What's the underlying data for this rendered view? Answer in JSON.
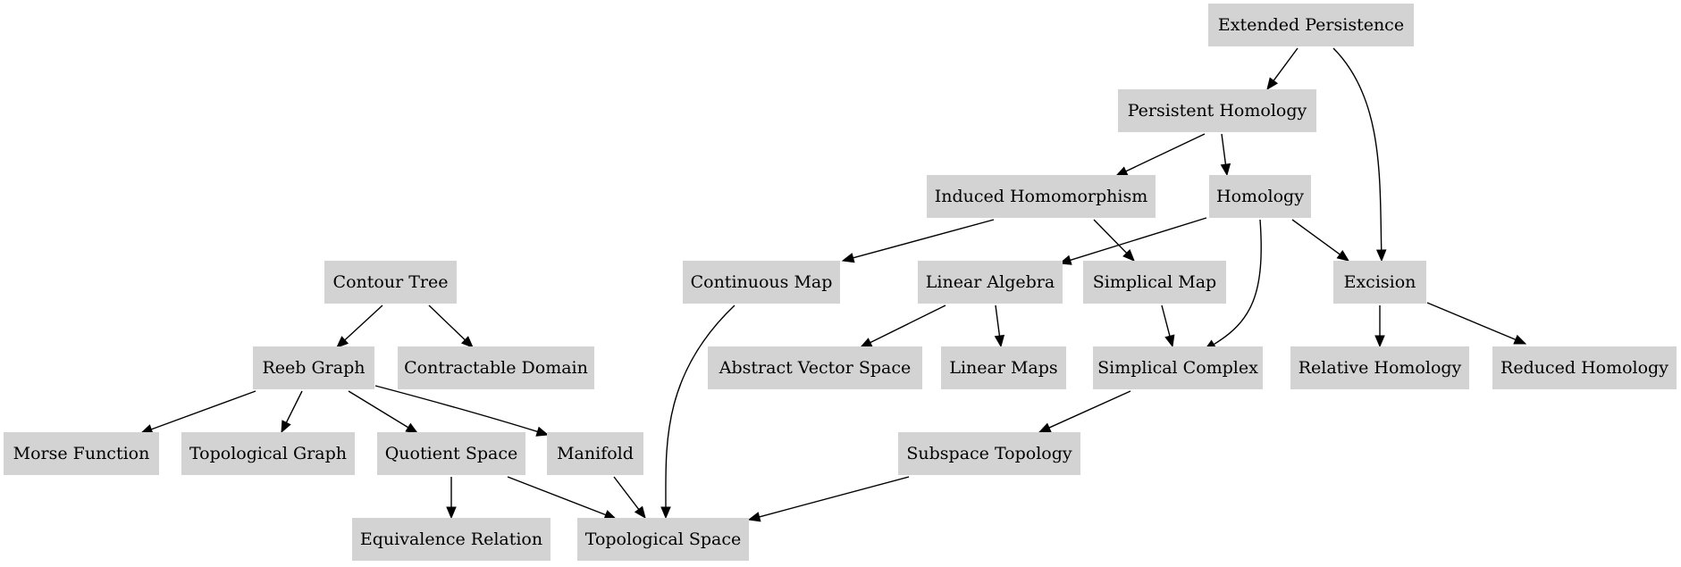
{
  "nodes": [
    {
      "id": "extended_persistence",
      "label": "Extended Persistence"
    },
    {
      "id": "persistent_homology",
      "label": "Persistent Homology"
    },
    {
      "id": "induced_homomorphism",
      "label": "Induced Homomorphism"
    },
    {
      "id": "homology",
      "label": "Homology"
    },
    {
      "id": "contour_tree",
      "label": "Contour Tree"
    },
    {
      "id": "continuous_map",
      "label": "Continuous Map"
    },
    {
      "id": "linear_algebra",
      "label": "Linear Algebra"
    },
    {
      "id": "simplical_map",
      "label": "Simplical Map"
    },
    {
      "id": "excision",
      "label": "Excision"
    },
    {
      "id": "reeb_graph",
      "label": "Reeb Graph"
    },
    {
      "id": "contractable_domain",
      "label": "Contractable Domain"
    },
    {
      "id": "abstract_vector_space",
      "label": "Abstract Vector Space"
    },
    {
      "id": "linear_maps",
      "label": "Linear Maps"
    },
    {
      "id": "simplical_complex",
      "label": "Simplical Complex"
    },
    {
      "id": "relative_homology",
      "label": "Relative Homology"
    },
    {
      "id": "reduced_homology",
      "label": "Reduced Homology"
    },
    {
      "id": "morse_function",
      "label": "Morse Function"
    },
    {
      "id": "topological_graph",
      "label": "Topological Graph"
    },
    {
      "id": "quotient_space",
      "label": "Quotient Space"
    },
    {
      "id": "manifold",
      "label": "Manifold"
    },
    {
      "id": "subspace_topology",
      "label": "Subspace Topology"
    },
    {
      "id": "equivalence_relation",
      "label": "Equivalence Relation"
    },
    {
      "id": "topological_space",
      "label": "Topological Space"
    }
  ],
  "edges": [
    {
      "from": "extended_persistence",
      "to": "persistent_homology"
    },
    {
      "from": "extended_persistence",
      "to": "excision"
    },
    {
      "from": "persistent_homology",
      "to": "induced_homomorphism"
    },
    {
      "from": "persistent_homology",
      "to": "homology"
    },
    {
      "from": "induced_homomorphism",
      "to": "continuous_map"
    },
    {
      "from": "induced_homomorphism",
      "to": "simplical_map"
    },
    {
      "from": "homology",
      "to": "linear_algebra"
    },
    {
      "from": "homology",
      "to": "simplical_complex"
    },
    {
      "from": "homology",
      "to": "excision"
    },
    {
      "from": "contour_tree",
      "to": "reeb_graph"
    },
    {
      "from": "contour_tree",
      "to": "contractable_domain"
    },
    {
      "from": "continuous_map",
      "to": "topological_space"
    },
    {
      "from": "linear_algebra",
      "to": "abstract_vector_space"
    },
    {
      "from": "linear_algebra",
      "to": "linear_maps"
    },
    {
      "from": "simplical_map",
      "to": "simplical_complex"
    },
    {
      "from": "excision",
      "to": "relative_homology"
    },
    {
      "from": "excision",
      "to": "reduced_homology"
    },
    {
      "from": "reeb_graph",
      "to": "morse_function"
    },
    {
      "from": "reeb_graph",
      "to": "topological_graph"
    },
    {
      "from": "reeb_graph",
      "to": "quotient_space"
    },
    {
      "from": "reeb_graph",
      "to": "manifold"
    },
    {
      "from": "simplical_complex",
      "to": "subspace_topology"
    },
    {
      "from": "quotient_space",
      "to": "equivalence_relation"
    },
    {
      "from": "quotient_space",
      "to": "topological_space"
    },
    {
      "from": "manifold",
      "to": "topological_space"
    },
    {
      "from": "subspace_topology",
      "to": "topological_space"
    }
  ],
  "colors": {
    "node_fill": "#d3d3d3",
    "edge": "#000000",
    "text": "#000000",
    "background": "#ffffff"
  }
}
